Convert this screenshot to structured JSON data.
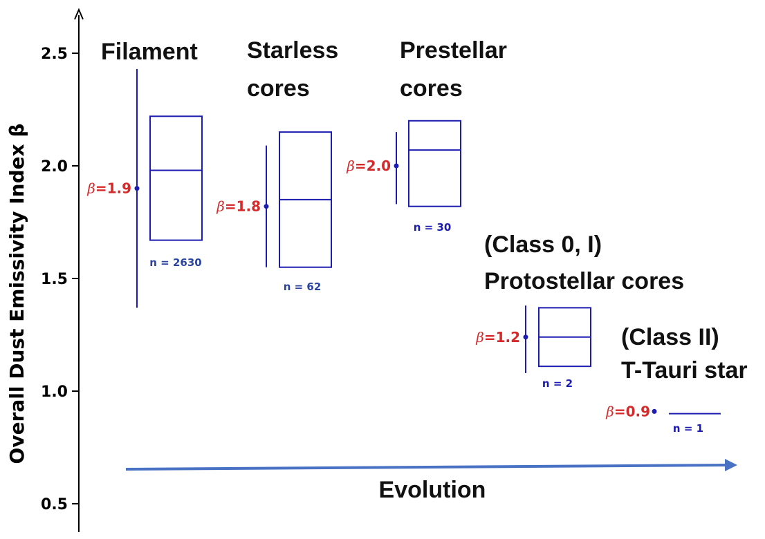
{
  "chart_data": {
    "type": "box",
    "ylabel": "Overall Dust Emissivity Index β",
    "ylim": [
      0.4,
      2.72
    ],
    "yticks": [
      "0.5",
      "1.0",
      "1.5",
      "2.0",
      "2.5"
    ],
    "xlabel": "Evolution",
    "colors": {
      "box": "#1c1cb0",
      "beta_label": "#d42a2a",
      "n_label": "#2a44a0",
      "arrow": "#4a72c4"
    },
    "categories": [
      {
        "label_lines": [
          "Filament"
        ],
        "beta": 1.9,
        "beta_label": "β=1.9",
        "n_label": "n = 2630",
        "q1": 1.67,
        "median": 1.98,
        "q3": 2.22,
        "whisker_low": 1.37,
        "whisker_high": 2.43
      },
      {
        "label_lines": [
          "Starless",
          "cores"
        ],
        "beta": 1.82,
        "beta_label": "β=1.8",
        "n_label": "n = 62",
        "q1": 1.55,
        "median": 1.85,
        "q3": 2.15,
        "whisker_low": 1.55,
        "whisker_high": 2.09
      },
      {
        "label_lines": [
          "Prestellar",
          "cores"
        ],
        "beta": 2.0,
        "beta_label": "β=2.0",
        "n_label": "n = 30",
        "q1": 1.82,
        "median": 2.07,
        "q3": 2.2,
        "whisker_low": 1.83,
        "whisker_high": 2.15
      },
      {
        "label_lines": [
          "(Class 0, I)",
          "Protostellar cores"
        ],
        "beta": 1.24,
        "beta_label": "β=1.2",
        "n_label": "n = 2",
        "q1": 1.11,
        "median": 1.24,
        "q3": 1.37,
        "whisker_low": 1.08,
        "whisker_high": 1.38
      },
      {
        "label_lines": [
          "(Class II)",
          "T-Tauri star"
        ],
        "beta": 0.91,
        "beta_label": "β=0.9",
        "n_label": "n = 1",
        "q1": 0.9,
        "median": 0.9,
        "q3": 0.9,
        "whisker_low": null,
        "whisker_high": null
      }
    ]
  }
}
